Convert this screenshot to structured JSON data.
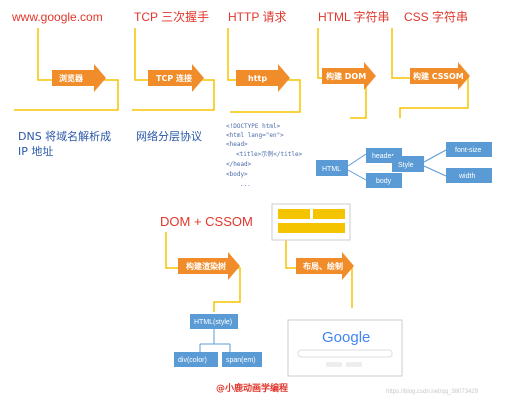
{
  "stages": [
    {
      "title": "www.google.com",
      "arrow": "浏览器",
      "note": [
        "DNS 将域名解析成",
        "IP 地址"
      ]
    },
    {
      "title": "TCP 三次握手",
      "arrow": "TCP 连接",
      "note": [
        "网络分层协议"
      ]
    },
    {
      "title": "HTTP 请求",
      "arrow": "http"
    },
    {
      "title": "HTML 字符串",
      "arrow": "构建 DOM"
    },
    {
      "title": "CSS 字符串",
      "arrow": "构建 CSSOM"
    }
  ],
  "html_code": [
    "<!DOCTYPE html>",
    "<html lang=\"en\">",
    "<head>",
    "<title>示例</title>",
    "</head>",
    "<body>",
    "..."
  ],
  "dom_tree": {
    "root": "HTML",
    "children": [
      "header",
      "body"
    ]
  },
  "cssom_tree": {
    "root": "Style",
    "children": [
      "font-size",
      "width"
    ]
  },
  "render": {
    "title": "DOM + CSSOM",
    "arrow1": "构建渲染树",
    "arrow2": "布局、绘制",
    "tree_root": "HTML(style)",
    "tree_children": [
      "div(color)",
      "span(em)"
    ],
    "google_logo": "Google"
  },
  "colors": {
    "arrow": "#f08c2a",
    "connector": "#f5c400",
    "node_blue": "#5b9bd5",
    "label_red": "#e0372c",
    "note_blue": "#2a57a8",
    "block_yellow": "#f5c400"
  },
  "footer": "@小鹿动画学编程",
  "watermark": "https://blog.csdn.net/qq_38073429"
}
